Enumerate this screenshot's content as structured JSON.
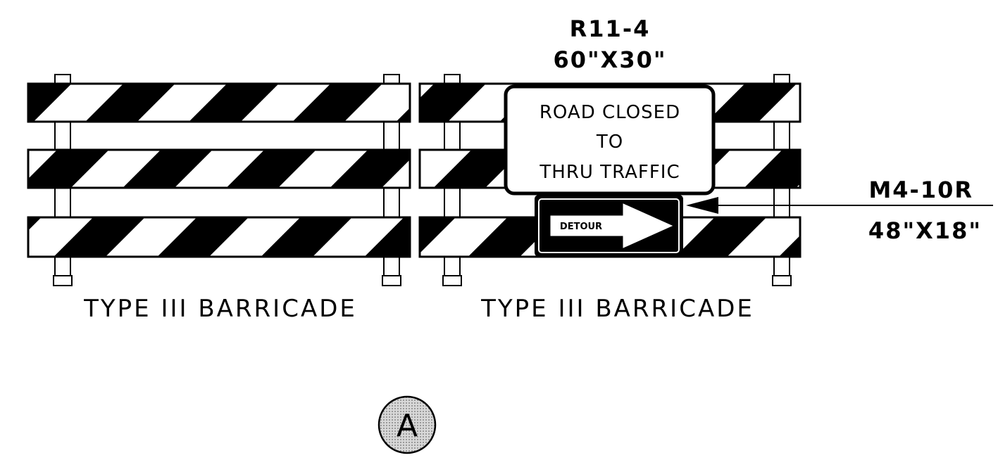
{
  "barricade_left": {
    "label": "TYPE III BARRICADE"
  },
  "barricade_right": {
    "label": "TYPE III BARRICADE"
  },
  "sign_r11_4": {
    "code": "R11-4",
    "size": "60\"X30\"",
    "lines": [
      "ROAD CLOSED",
      "TO",
      "THRU TRAFFIC"
    ]
  },
  "sign_m4_10r": {
    "code": "M4-10R",
    "size": "48\"X18\"",
    "panel_text": "DETOUR",
    "arrow_icon": "arrow-right-icon"
  },
  "callout": {
    "letter": "A"
  },
  "colors": {
    "ink": "#000000",
    "paper": "#ffffff",
    "callout_fill": "#bdbdbd"
  }
}
